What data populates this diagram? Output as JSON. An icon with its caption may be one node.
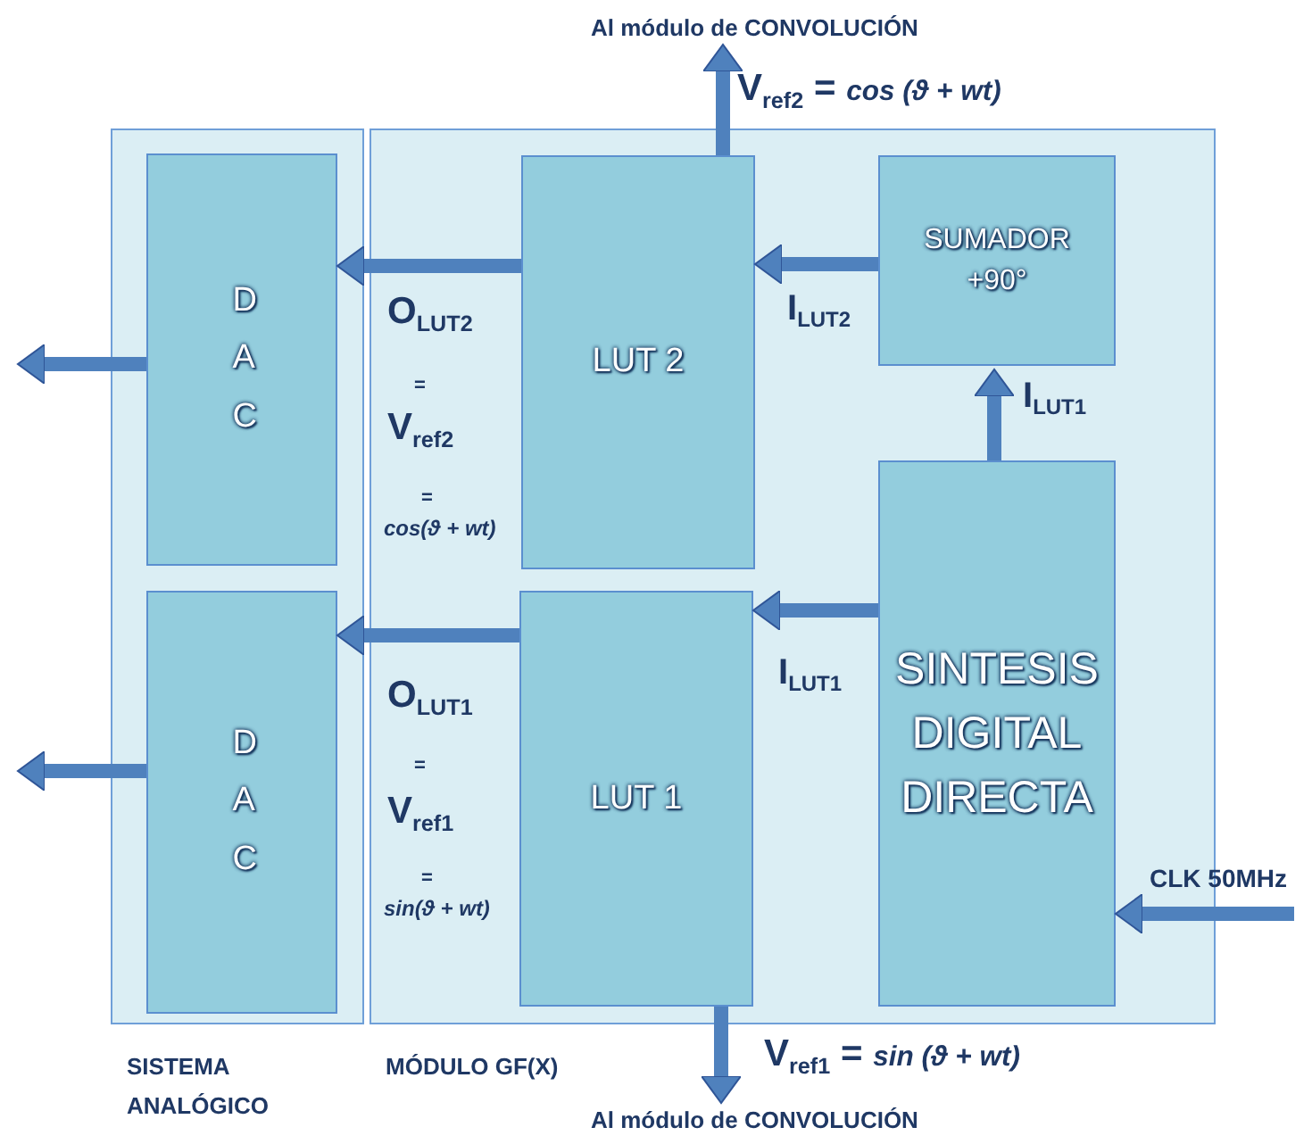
{
  "diagram": {
    "nodes": [
      {
        "text": [
          "SISTEMA ANALÓGICO"
        ]
      },
      {
        "text": [
          "D A C"
        ],
        "in": 0
      },
      {
        "text": [
          "D A C"
        ],
        "in": 0
      },
      {
        "text": [
          "MÓDULO GF(X)"
        ]
      },
      {
        "text": [
          "LUT 2"
        ],
        "in": 3
      },
      {
        "text": [
          "LUT 1"
        ],
        "in": 3
      },
      {
        "text": [
          "SUMADOR +90°"
        ],
        "in": 3
      },
      {
        "text": [
          "SINTESIS DIGITAL DIRECTA"
        ],
        "in": 3
      },
      {
        "text": [
          "Al módulo de CONVOLUCIÓN"
        ]
      },
      {
        "text": [
          "Al módulo de CONVOLUCIÓN"
        ]
      }
    ],
    "edges": [
      {
        "from": 4,
        "to": 8,
        "arrow": "to"
      },
      {
        "from": 4,
        "to": 1,
        "arrow": "to"
      },
      {
        "from": 6,
        "to": 4,
        "arrow": "to"
      },
      {
        "from": 1,
        "to": null,
        "arrow": "to"
      },
      {
        "from": 7,
        "to": 6,
        "arrow": "to"
      },
      {
        "from": 7,
        "to": 5,
        "arrow": "to"
      },
      {
        "from": 5,
        "to": 2,
        "arrow": "to"
      },
      {
        "from": 2,
        "to": null,
        "arrow": "to"
      },
      {
        "from": null,
        "to": 7,
        "arrow": "to"
      },
      {
        "from": 5,
        "to": 9,
        "arrow": "to"
      }
    ],
    "labels": [
      "V$_{ref2}$ = *cos (ϑ + wt)*",
      "O$_{LUT2}$",
      "=",
      "V$_{ref2}$",
      "=",
      "cos(ϑ + wt)",
      "I$_{LUT2}$",
      "I$_{LUT1}$",
      "O$_{LUT1}$",
      "=",
      "V$_{ref1}$",
      "=",
      "sin(ϑ + wt)",
      "I$_{LUT1}$",
      "CLK 50MHz",
      "V$_{ref1}$ = *sin (ϑ + wt)*"
    ]
  }
}
